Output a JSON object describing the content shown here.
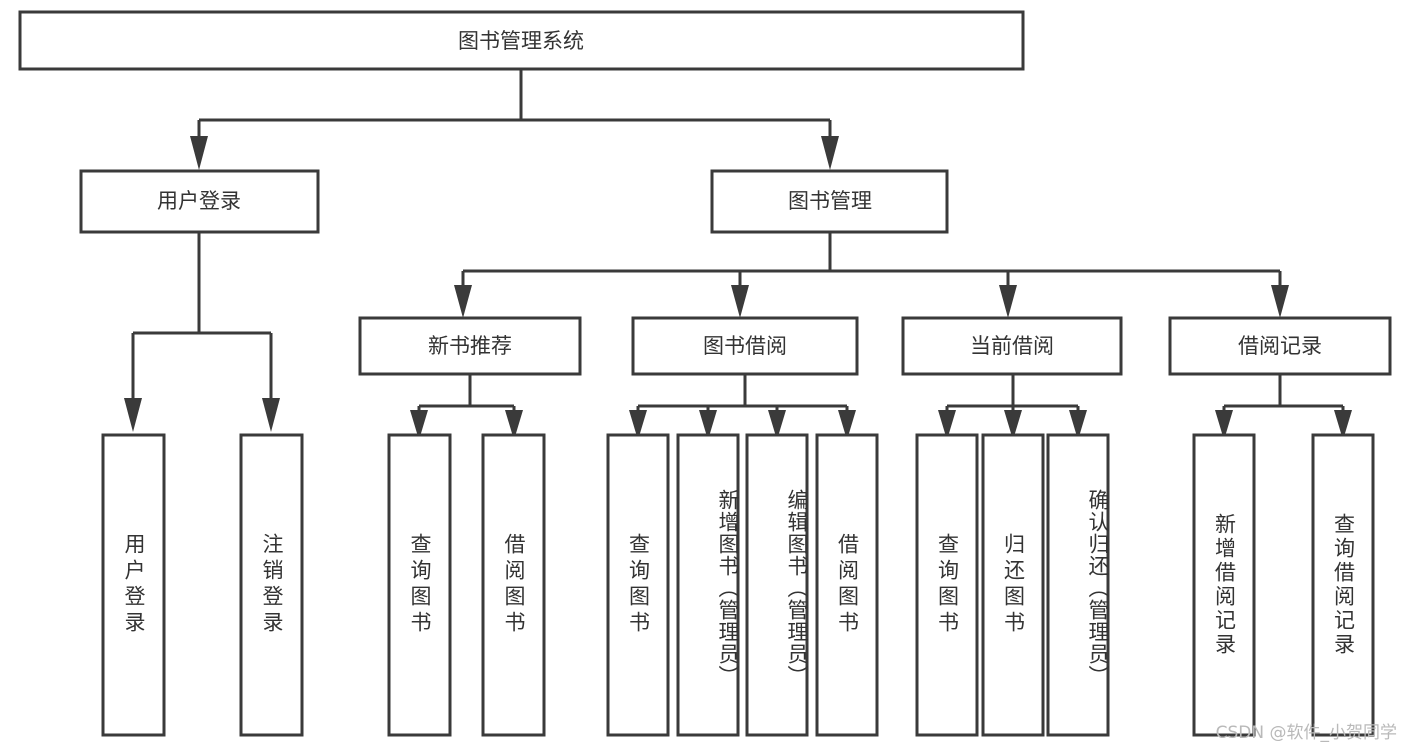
{
  "diagram": {
    "type": "tree",
    "title": "图书管理系统",
    "watermark": "CSDN @软件_小贺同学",
    "colors": {
      "stroke": "#3a3a3a",
      "text": "#333333",
      "background": "#ffffff",
      "watermark": "#b9b9b9"
    },
    "root": {
      "id": "root",
      "label": "图书管理系统"
    },
    "level2": [
      {
        "id": "user-login",
        "label": "用户登录"
      },
      {
        "id": "book-management",
        "label": "图书管理"
      }
    ],
    "level3": [
      {
        "id": "new-book-recommend",
        "label": "新书推荐",
        "parent": "book-management"
      },
      {
        "id": "book-borrow",
        "label": "图书借阅",
        "parent": "book-management"
      },
      {
        "id": "current-borrow",
        "label": "当前借阅",
        "parent": "book-management"
      },
      {
        "id": "borrow-record",
        "label": "借阅记录",
        "parent": "book-management"
      }
    ],
    "leaves": [
      {
        "id": "leaf-user-login",
        "label": "用户登录",
        "parent": "user-login"
      },
      {
        "id": "leaf-user-logout",
        "label": "注销登录",
        "parent": "user-login"
      },
      {
        "id": "leaf-query-book-1",
        "label": "查询图书",
        "parent": "new-book-recommend"
      },
      {
        "id": "leaf-borrow-book-1",
        "label": "借阅图书",
        "parent": "new-book-recommend"
      },
      {
        "id": "leaf-query-book-2",
        "label": "查询图书",
        "parent": "book-borrow"
      },
      {
        "id": "leaf-add-book",
        "label": "新增图书（管理员）",
        "parent": "book-borrow"
      },
      {
        "id": "leaf-edit-book",
        "label": "编辑图书（管理员）",
        "parent": "book-borrow"
      },
      {
        "id": "leaf-borrow-book-2",
        "label": "借阅图书",
        "parent": "book-borrow"
      },
      {
        "id": "leaf-query-book-3",
        "label": "查询图书",
        "parent": "current-borrow"
      },
      {
        "id": "leaf-return-book",
        "label": "归还图书",
        "parent": "current-borrow"
      },
      {
        "id": "leaf-confirm-return",
        "label": "确认归还（管理员）",
        "parent": "current-borrow"
      },
      {
        "id": "leaf-add-record",
        "label": "新增借阅记录",
        "parent": "borrow-record"
      },
      {
        "id": "leaf-query-record",
        "label": "查询借阅记录",
        "parent": "borrow-record"
      }
    ]
  }
}
